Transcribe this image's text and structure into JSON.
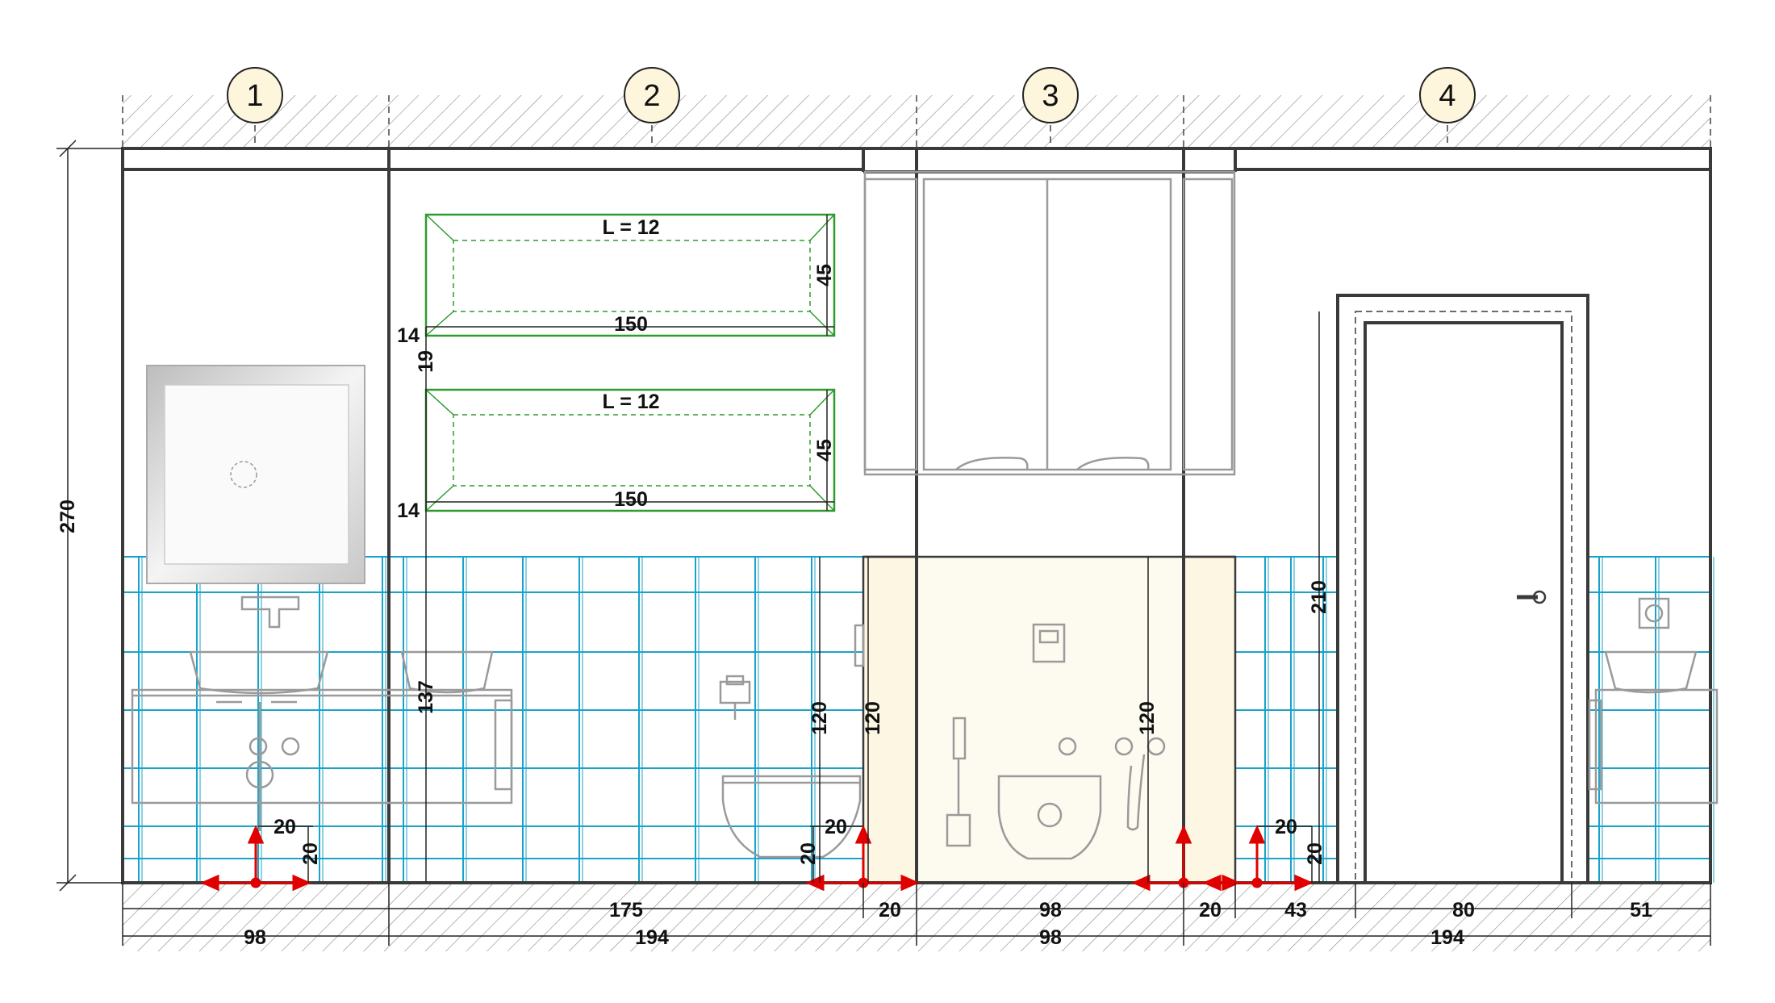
{
  "axes": [
    {
      "id": "1",
      "label": "1"
    },
    {
      "id": "2",
      "label": "2"
    },
    {
      "id": "3",
      "label": "3"
    },
    {
      "id": "4",
      "label": "4"
    }
  ],
  "dimensions": {
    "total_height": "270",
    "bottom_row1": [
      "175",
      "20",
      "98",
      "20",
      "43",
      "80",
      "51"
    ],
    "bottom_row2": [
      "98",
      "194",
      "98",
      "194"
    ],
    "tile_height_vertical": "137",
    "box_height_left": "120",
    "box_height_left2": "120",
    "box_height_right": "120",
    "door_height": "210",
    "offset_vertical": "20",
    "offset_horizontal": "20",
    "niche_gap_1": "14",
    "niche_gap_2": "14",
    "niche_spacing": "19"
  },
  "niches": [
    {
      "length_label": "L = 12",
      "width": "150",
      "height": "45"
    },
    {
      "length_label": "L = 12",
      "width": "150",
      "height": "45"
    }
  ],
  "colors": {
    "wall_line": "#3a3a3a",
    "tile_grid": "#1aa3c8",
    "niche_outline": "#2e9b2e",
    "fixture_gray": "#9a9a9a",
    "box_fill": "#fdf6e3",
    "marker_fill": "#fdf6dc",
    "arrow_red": "#e00000"
  },
  "icons": [
    "sink-icon",
    "toilet-icon",
    "door-icon",
    "mirror-icon",
    "socket-icon",
    "toilet-brush-icon",
    "paper-holder-icon",
    "shower-icon",
    "flush-button-icon"
  ]
}
